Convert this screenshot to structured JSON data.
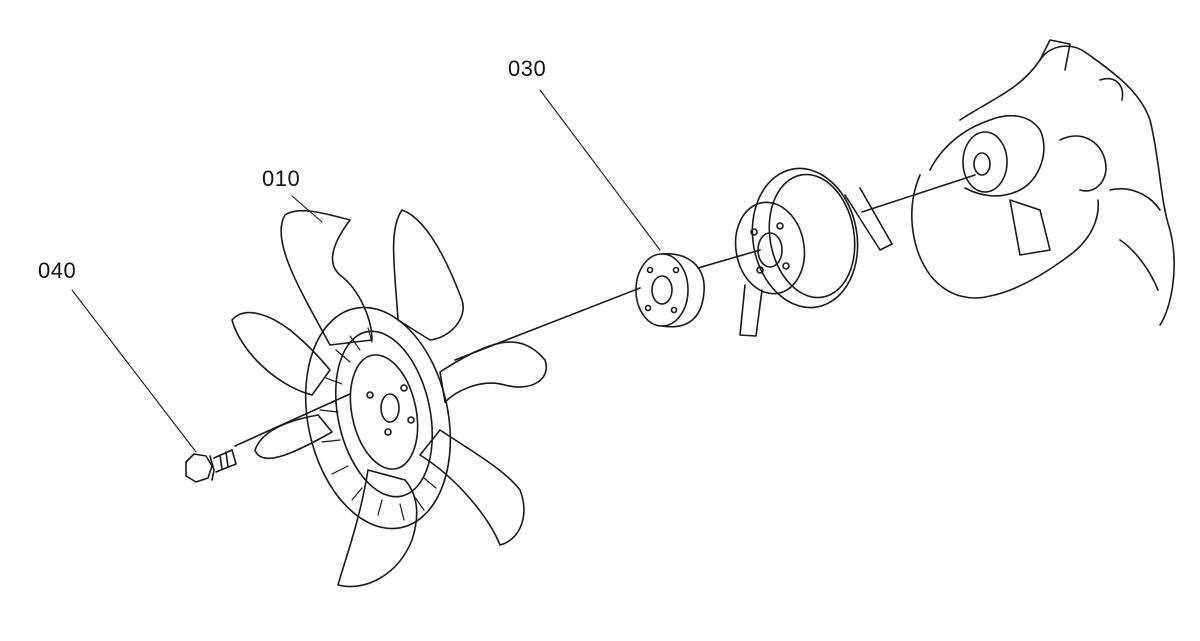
{
  "callouts": {
    "fan": "010",
    "spacer": "030",
    "bolt": "040"
  },
  "colors": {
    "line": "#1a1a1a",
    "background": "#ffffff"
  }
}
